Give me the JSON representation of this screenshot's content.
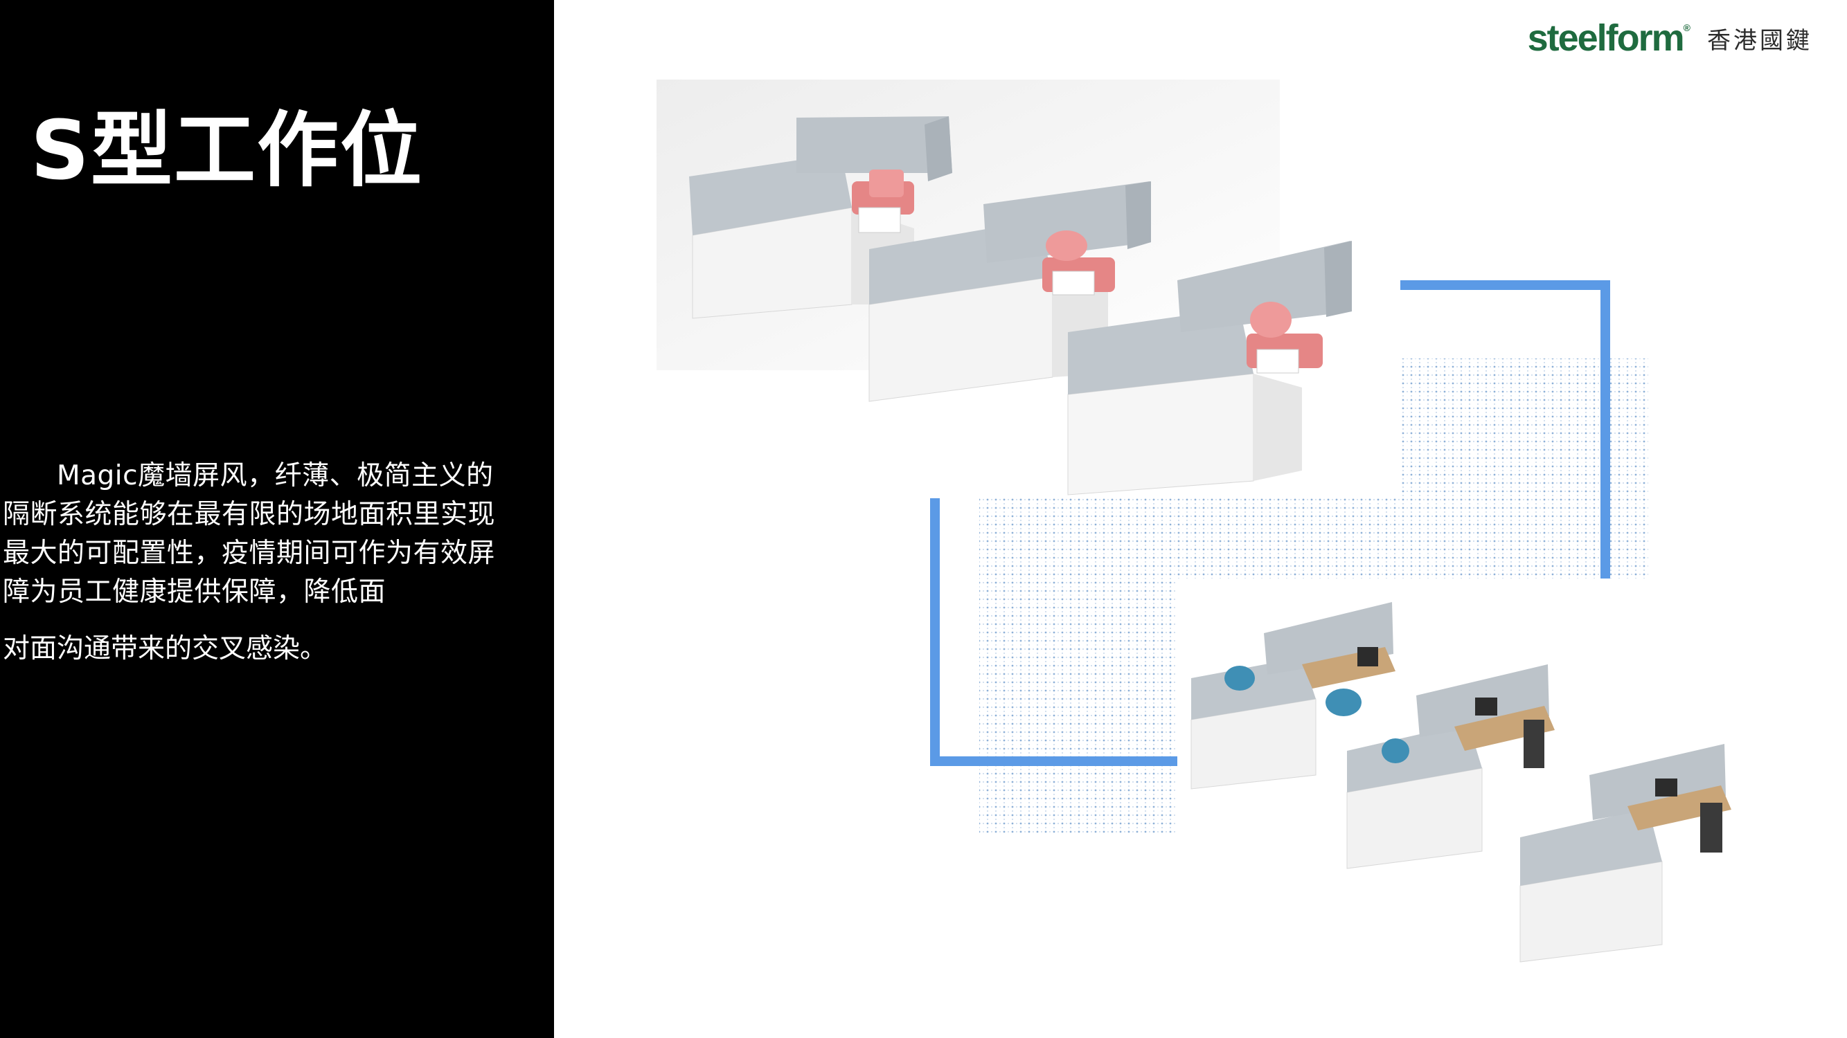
{
  "page": {
    "title": "S型工作位",
    "description": "Magic魔墙屏风，纤薄、极简主义的隔断系统能够在最有限的场地面积里实现最大的可配置性，疫情期间可作为有效屏障为员工健康提供保障，降低面",
    "description_last": "对面沟通带来的交叉感染。"
  },
  "brand": {
    "name": "steelform",
    "registered_mark": "®",
    "name_cn": "香港國鍵",
    "color": "#1f6b3f"
  },
  "colors": {
    "panel_background": "#000000",
    "accent_line": "#5b9ae6",
    "grid_dots": "#8fb1d8",
    "screen_panel": "#b9c1c8",
    "cushion": "#e58686",
    "desk_wood": "#c9a578"
  }
}
